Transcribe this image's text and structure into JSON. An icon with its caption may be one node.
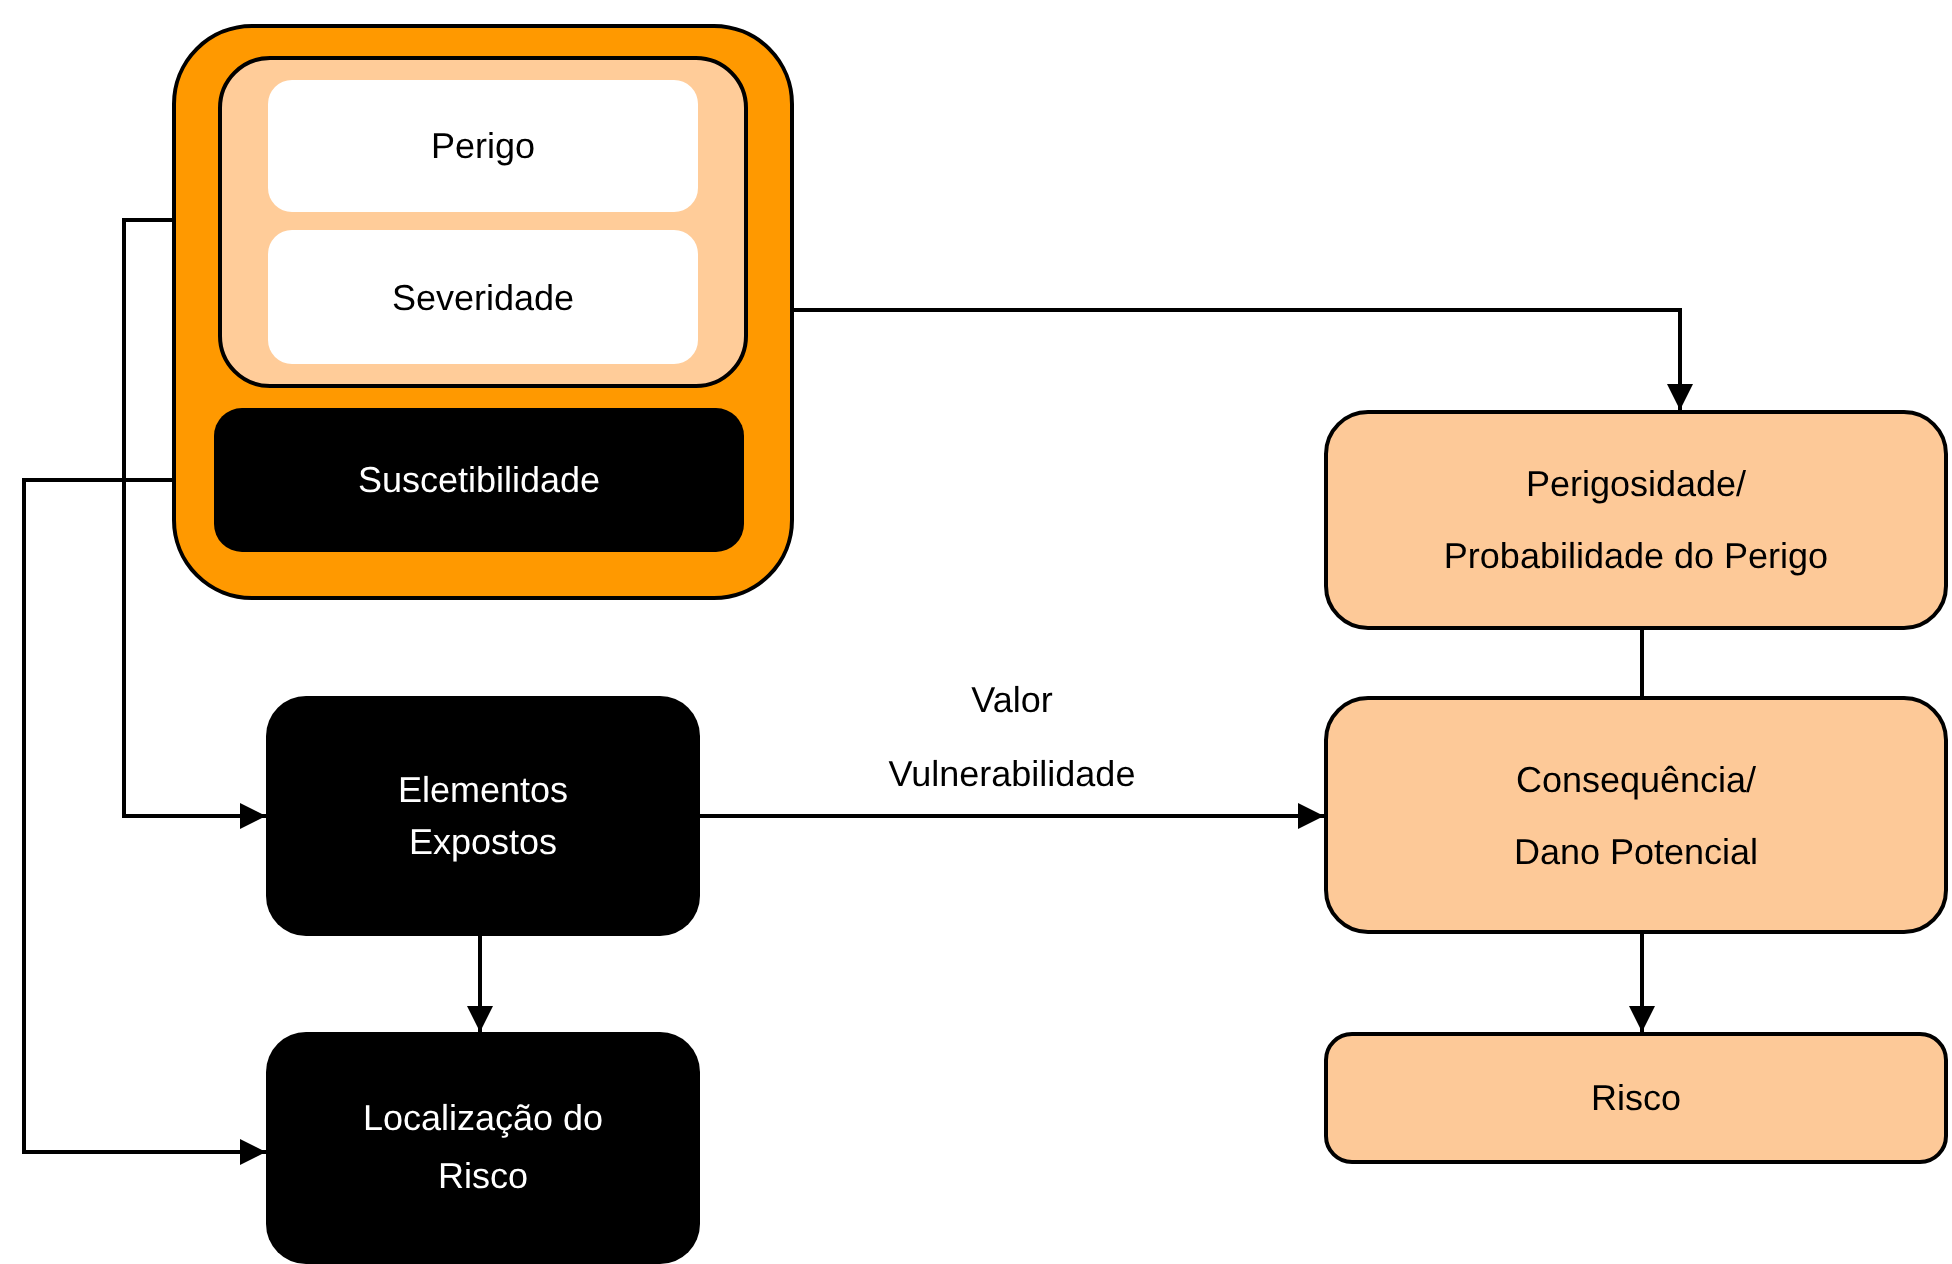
{
  "diagram": {
    "nodes": [
      {
        "text": [],
        "shape": "box"
      },
      {
        "text": [],
        "shape": "box",
        "in": 0
      },
      {
        "text": [
          "Perigo"
        ],
        "in": 1
      },
      {
        "text": [
          "Severidade"
        ],
        "in": 1
      },
      {
        "text": [
          "Suscetibilidade"
        ],
        "in": 0
      },
      {
        "text": [
          "Perigosidade/ Probabilidade do Perigo"
        ]
      },
      {
        "text": [
          "Elementos Expostos"
        ]
      },
      {
        "text": [
          "Consequência/ Dano Potencial"
        ]
      },
      {
        "text": [
          "Localização do Risco"
        ]
      },
      {
        "text": [
          "Risco"
        ]
      }
    ],
    "edges": [
      {
        "from": 0,
        "to": 5,
        "arrow": "to"
      },
      {
        "from": 1,
        "to": 6,
        "arrow": "to"
      },
      {
        "from": 4,
        "to": 8,
        "arrow": "to"
      },
      {
        "from": 6,
        "to": 7,
        "arrow": "to",
        "label": "Valor Vulnerabilidade"
      },
      {
        "from": 5,
        "to": 7,
        "arrow": "none"
      },
      {
        "from": 6,
        "to": 8,
        "arrow": "to"
      },
      {
        "from": 7,
        "to": 9,
        "arrow": "to"
      }
    ]
  }
}
